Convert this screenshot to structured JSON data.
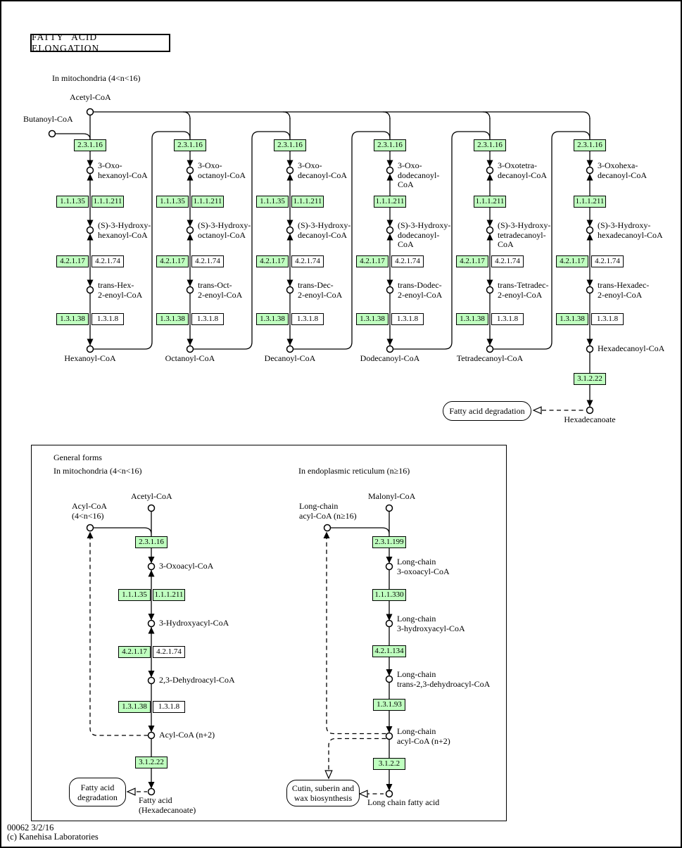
{
  "title": "FATTY ACID ELONGATION",
  "colors": {
    "enzyme_highlight": "#bfffbf",
    "enzyme_plain": "#ffffff"
  },
  "footer": {
    "map_id": "00062 3/2/16",
    "copyright": "(c) Kanehisa Laboratories"
  },
  "top_pathway": {
    "location_label": "In mitochondria (4<n<16)",
    "acetyl_coa": "Acetyl-CoA",
    "butanoyl_coa": "Butanoyl-CoA",
    "columns": [
      {
        "condensation_enzyme": "2.3.1.16",
        "oxo_label": [
          "3-Oxo-",
          "hexanoyl-CoA"
        ],
        "reduction_enzymes": [
          "1.1.1.35",
          "1.1.1.211"
        ],
        "hydroxy_label": [
          "(S)-3-Hydroxy-",
          "hexanoyl-CoA"
        ],
        "dehydration_enzymes": [
          "4.2.1.17",
          "4.2.1.74"
        ],
        "enoyl_label": [
          "trans-Hex-",
          "2-enoyl-CoA"
        ],
        "enoyl_reduction_enzymes": [
          "1.3.1.38",
          "1.3.1.8"
        ],
        "product_label": "Hexanoyl-CoA"
      },
      {
        "condensation_enzyme": "2.3.1.16",
        "oxo_label": [
          "3-Oxo-",
          "octanoyl-CoA"
        ],
        "reduction_enzymes": [
          "1.1.1.35",
          "1.1.1.211"
        ],
        "hydroxy_label": [
          "(S)-3-Hydroxy-",
          "octanoyl-CoA"
        ],
        "dehydration_enzymes": [
          "4.2.1.17",
          "4.2.1.74"
        ],
        "enoyl_label": [
          "trans-Oct-",
          "2-enoyl-CoA"
        ],
        "enoyl_reduction_enzymes": [
          "1.3.1.38",
          "1.3.1.8"
        ],
        "product_label": "Octanoyl-CoA"
      },
      {
        "condensation_enzyme": "2.3.1.16",
        "oxo_label": [
          "3-Oxo-",
          "decanoyl-CoA"
        ],
        "reduction_enzymes": [
          "1.1.1.35",
          "1.1.1.211"
        ],
        "hydroxy_label": [
          "(S)-3-Hydroxy-",
          "decanoyl-CoA"
        ],
        "dehydration_enzymes": [
          "4.2.1.17",
          "4.2.1.74"
        ],
        "enoyl_label": [
          "trans-Dec-",
          "2-enoyl-CoA"
        ],
        "enoyl_reduction_enzymes": [
          "1.3.1.38",
          "1.3.1.8"
        ],
        "product_label": "Decanoyl-CoA"
      },
      {
        "condensation_enzyme": "2.3.1.16",
        "oxo_label": [
          "3-Oxo-",
          "dodecanoyl-",
          "CoA"
        ],
        "reduction_enzymes": [
          "1.1.1.211"
        ],
        "hydroxy_label": [
          "(S)-3-Hydroxy-",
          "dodecanoyl-",
          "CoA"
        ],
        "dehydration_enzymes": [
          "4.2.1.17",
          "4.2.1.74"
        ],
        "enoyl_label": [
          "trans-Dodec-",
          "2-enoyl-CoA"
        ],
        "enoyl_reduction_enzymes": [
          "1.3.1.38",
          "1.3.1.8"
        ],
        "product_label": "Dodecanoyl-CoA"
      },
      {
        "condensation_enzyme": "2.3.1.16",
        "oxo_label": [
          "3-Oxotetra-",
          "decanoyl-CoA"
        ],
        "reduction_enzymes": [
          "1.1.1.211"
        ],
        "hydroxy_label": [
          "(S)-3-Hydroxy-",
          "tetradecanoyl-",
          "CoA"
        ],
        "dehydration_enzymes": [
          "4.2.1.17",
          "4.2.1.74"
        ],
        "enoyl_label": [
          "trans-Tetradec-",
          "2-enoyl-CoA"
        ],
        "enoyl_reduction_enzymes": [
          "1.3.1.38",
          "1.3.1.8"
        ],
        "product_label": "Tetradecanoyl-CoA"
      },
      {
        "condensation_enzyme": "2.3.1.16",
        "oxo_label": [
          "3-Oxohexa-",
          "decanoyl-CoA"
        ],
        "reduction_enzymes": [
          "1.1.1.211"
        ],
        "hydroxy_label": [
          "(S)-3-Hydroxy-",
          "hexadecanoyl-CoA"
        ],
        "dehydration_enzymes": [
          "4.2.1.17",
          "4.2.1.74"
        ],
        "enoyl_label": [
          "trans-Hexadec-",
          "2-enoyl-CoA"
        ],
        "enoyl_reduction_enzymes": [
          "1.3.1.38",
          "1.3.1.8"
        ],
        "product_label": "Hexadecanoyl-CoA"
      }
    ],
    "thioesterase_enzyme": "3.1.2.22",
    "hexadecanoate_label": "Hexadecanoate",
    "degradation_box": "Fatty acid degradation"
  },
  "general_forms": {
    "section_label": "General forms",
    "mitochondria": {
      "location_label": "In mitochondria (4<n<16)",
      "acetyl_coa": "Acetyl-CoA",
      "acyl_coa": [
        "Acyl-CoA",
        "(4<n<16)"
      ],
      "condensation_enzyme": "2.3.1.16",
      "oxo_label": "3-Oxoacyl-CoA",
      "reduction_enzymes": [
        "1.1.1.35",
        "1.1.1.211"
      ],
      "hydroxy_label": "3-Hydroxyacyl-CoA",
      "dehydration_enzymes": [
        "4.2.1.17",
        "4.2.1.74"
      ],
      "dehydro_label": "2,3-Dehydroacyl-CoA",
      "enoyl_reduction_enzymes": [
        "1.3.1.38",
        "1.3.1.8"
      ],
      "product_label": "Acyl-CoA (n+2)",
      "thioesterase_enzyme": "3.1.2.22",
      "fatty_acid_label": [
        "Fatty acid",
        "(Hexadecanoate)"
      ],
      "degradation_box": [
        "Fatty acid",
        "degradation"
      ]
    },
    "endoplasmic_reticulum": {
      "location_label": "In endoplasmic reticulum (n≥16)",
      "malonyl_coa": "Malonyl-CoA",
      "acyl_coa": [
        "Long-chain",
        "acyl-CoA (n≥16)"
      ],
      "condensation_enzyme": "2.3.1.199",
      "oxo_label": [
        "Long-chain",
        "3-oxoacyl-CoA"
      ],
      "reduction_enzyme": "1.1.1.330",
      "hydroxy_label": [
        "Long-chain",
        "3-hydroxyacyl-CoA"
      ],
      "dehydration_enzyme": "4.2.1.134",
      "dehydro_label": [
        "Long-chain",
        "trans-2,3-dehydroacyl-CoA"
      ],
      "enoyl_reduction_enzyme": "1.3.1.93",
      "product_label": [
        "Long-chain",
        "acyl-CoA (n+2)"
      ],
      "thioesterase_enzyme": "3.1.2.2",
      "fatty_acid_label": "Long chain fatty acid",
      "biosynthesis_box": [
        "Cutin, suberin and",
        "wax biosynthesis"
      ]
    }
  }
}
